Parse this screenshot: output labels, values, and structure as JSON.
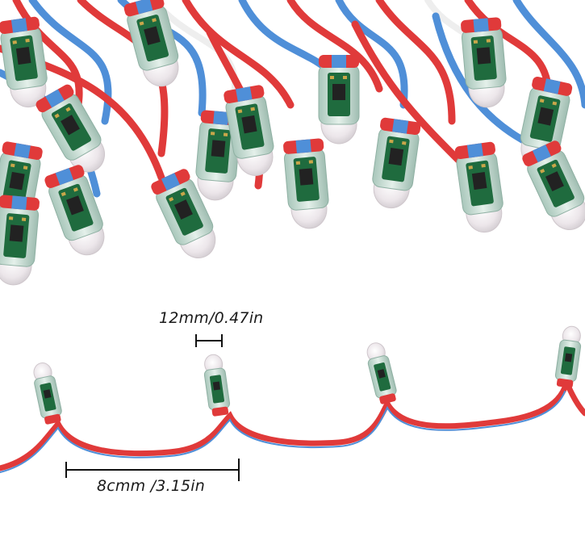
{
  "image": {
    "subject": "string of LED pixel modules with red, white and blue wires",
    "background": "#ffffff"
  },
  "colors": {
    "wire_red": "#e03a3a",
    "wire_blue": "#4f8fd8",
    "wire_white": "#eeeeee",
    "pcb_green": "#1f6b3e",
    "housing": "#cfe0d8",
    "lens": "#ece6ea"
  },
  "dimensions": {
    "diameter_label": "12mm/0.47in",
    "spacing_label": "8cmm /3.15in"
  }
}
